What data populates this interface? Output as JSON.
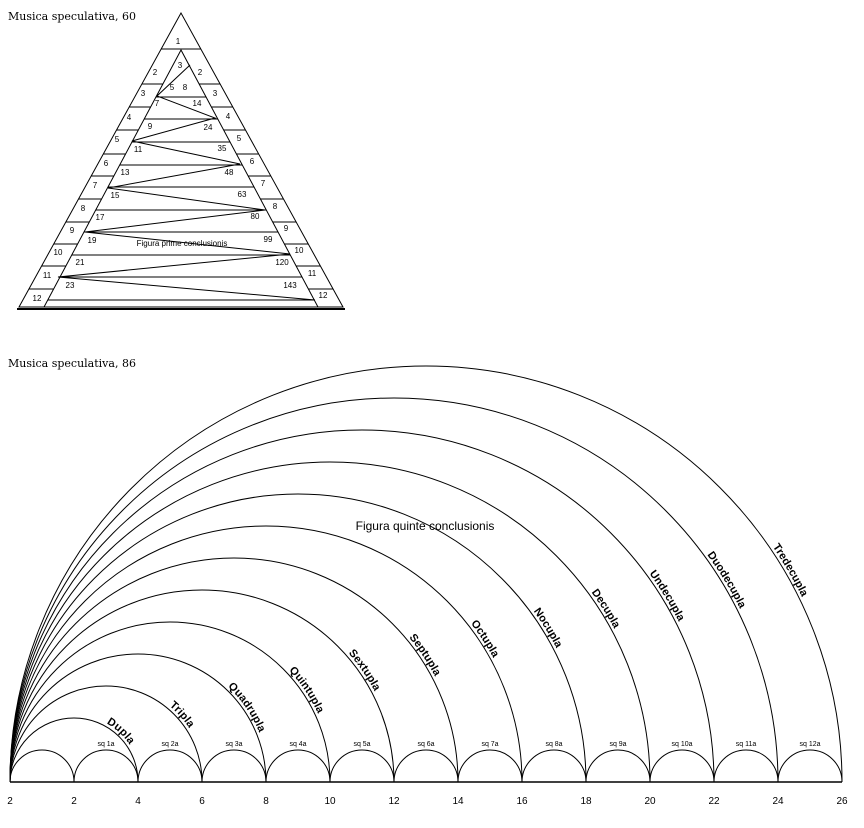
{
  "figure1": {
    "caption": "Musica speculativa, 60",
    "annotation": "Figura prime conclusionis",
    "apex_label": "1",
    "left_outer": [
      "2",
      "3",
      "4",
      "5",
      "6",
      "7",
      "8",
      "9",
      "10",
      "11",
      "12"
    ],
    "right_outer": [
      "2",
      "3",
      "4",
      "5",
      "6",
      "7",
      "8",
      "9",
      "10",
      "11",
      "12"
    ],
    "inner_left": [
      "3",
      "5",
      "7",
      "9",
      "11",
      "13",
      "15",
      "17",
      "19",
      "21",
      "23"
    ],
    "inner_right": [
      "8",
      "14",
      "24",
      "35",
      "48",
      "63",
      "80",
      "99",
      "120",
      "143"
    ]
  },
  "figure2": {
    "caption": "Musica speculativa, 86",
    "annotation": "Figura quinte conclusionis",
    "arc_labels": [
      "Dupla",
      "Tripla",
      "Quadrupla",
      "Quintupla",
      "Sextupla",
      "Septupla",
      "Octupla",
      "Nocupla",
      "Decupla",
      "Undecupla",
      "Duodecupla",
      "Tredecupla"
    ],
    "square_labels": [
      "sq 1a",
      "sq 2a",
      "sq 3a",
      "sq 4a",
      "sq 5a",
      "sq 6a",
      "sq 7a",
      "sq 8a",
      "sq 9a",
      "sq 10a",
      "sq 11a",
      "sq 12a"
    ],
    "axis_labels": [
      "2",
      "2",
      "4",
      "6",
      "8",
      "10",
      "12",
      "14",
      "16",
      "18",
      "20",
      "22",
      "24",
      "26"
    ]
  }
}
